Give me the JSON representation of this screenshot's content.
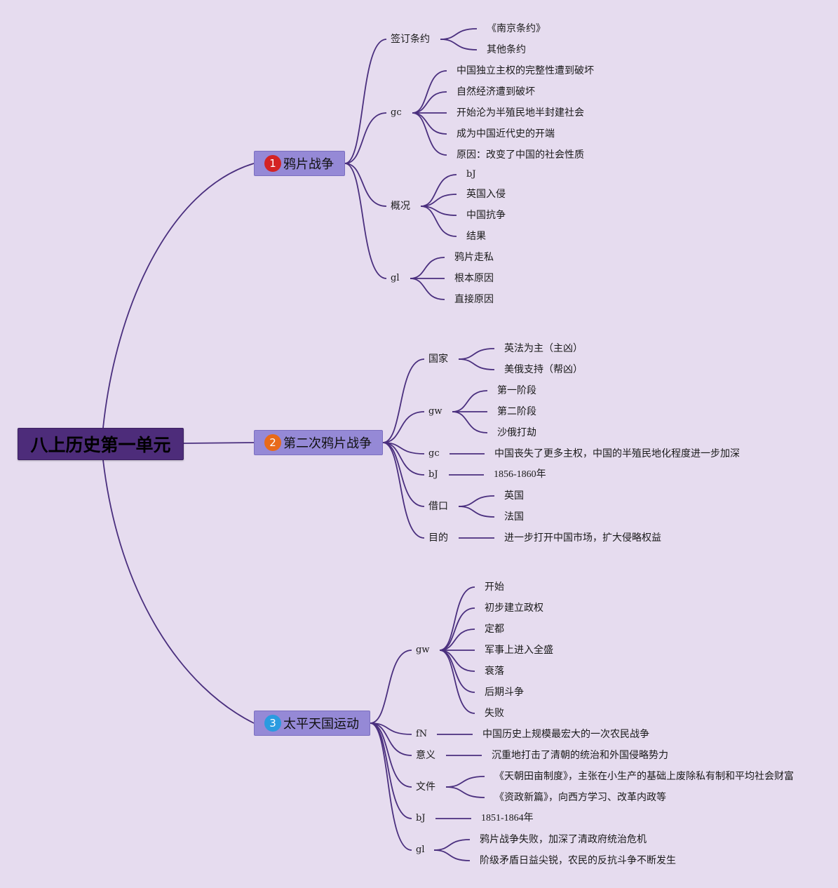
{
  "root": {
    "title": "八上历史第一单元"
  },
  "topics": [
    {
      "badge": "1",
      "badge_color": "#d42323",
      "title": "鸦片战争",
      "branches": [
        {
          "label": "签订条约",
          "children": [
            "《南京条约》",
            "其他条约"
          ]
        },
        {
          "label": "gc",
          "children": [
            "中国独立主权的完整性遭到破坏",
            "自然经济遭到破坏",
            "开始沦为半殖民地半封建社会",
            "成为中国近代史的开端",
            "原因：改变了中国的社会性质"
          ]
        },
        {
          "label": "概况",
          "children": [
            "bJ",
            "英国入侵",
            "中国抗争",
            "结果"
          ]
        },
        {
          "label": "gl",
          "children": [
            "鸦片走私",
            "根本原因",
            "直接原因"
          ]
        }
      ]
    },
    {
      "badge": "2",
      "badge_color": "#e86a1a",
      "title": "第二次鸦片战争",
      "branches": [
        {
          "label": "国家",
          "children": [
            "英法为主（主凶）",
            "美俄支持（帮凶）"
          ]
        },
        {
          "label": "gw",
          "children": [
            "第一阶段",
            "第二阶段",
            "沙俄打劫"
          ]
        },
        {
          "label": "gc",
          "children": [
            "中国丧失了更多主权，中国的半殖民地化程度进一步加深"
          ]
        },
        {
          "label": "bJ",
          "children": [
            "1856-1860年"
          ]
        },
        {
          "label": "借口",
          "children": [
            "英国",
            "法国"
          ]
        },
        {
          "label": "目的",
          "children": [
            "进一步打开中国市场，扩大侵略权益"
          ]
        }
      ]
    },
    {
      "badge": "3",
      "badge_color": "#2a9be0",
      "title": "太平天国运动",
      "branches": [
        {
          "label": "gw",
          "children": [
            "开始",
            "初步建立政权",
            "定都",
            "军事上进入全盛",
            "衰落",
            "后期斗争",
            "失败"
          ]
        },
        {
          "label": "fN",
          "children": [
            "中国历史上规模最宏大的一次农民战争"
          ]
        },
        {
          "label": "意义",
          "children": [
            "沉重地打击了清朝的统治和外国侵略势力"
          ]
        },
        {
          "label": "文件",
          "children": [
            "《天朝田亩制度》，主张在小生产的基础上废除私有制和平均社会财富",
            "《资政新篇》，向西方学习、改革内政等"
          ]
        },
        {
          "label": "bJ",
          "children": [
            "1851-1864年"
          ]
        },
        {
          "label": "gl",
          "children": [
            "鸦片战争失败，加深了清政府统治危机",
            "阶级矛盾日益尖锐，农民的反抗斗争不断发生"
          ]
        }
      ]
    }
  ],
  "colors": {
    "line": "#4a2f7e",
    "root_bg": "#4d2c7a",
    "topic_bg": "#9589d6",
    "background": "#e6dcef"
  }
}
